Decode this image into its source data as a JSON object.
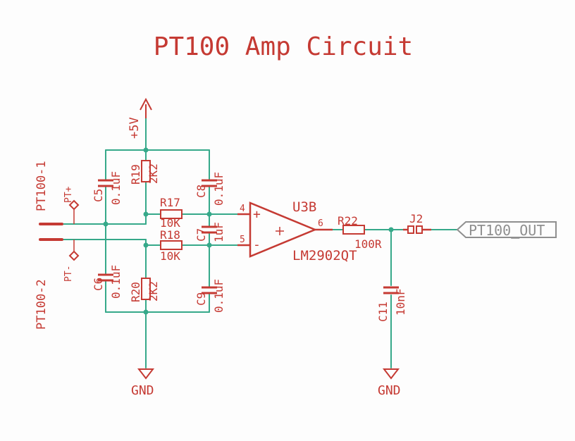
{
  "title": "PT100 Amp Circuit",
  "colors": {
    "symbol_red": "#c53a33",
    "net_green": "#36a98a",
    "label_gray": "#8f8f8f",
    "background": "#fdfdfd"
  },
  "power": {
    "vcc_label": "+5V",
    "gnd_label": "GND"
  },
  "connectors": {
    "pt100_1": "PT100-1",
    "pt100_2": "PT100-2",
    "pt_plus": "PT+",
    "pt_minus": "PT-"
  },
  "components": {
    "r17": {
      "name": "R17",
      "value": "10K"
    },
    "r18": {
      "name": "R18",
      "value": "10K"
    },
    "r19": {
      "name": "R19",
      "value": "2K2"
    },
    "r20": {
      "name": "R20",
      "value": "2K2"
    },
    "r22": {
      "name": "R22",
      "value": "100R"
    },
    "c5": {
      "name": "C5",
      "value": "0.1uF"
    },
    "c6": {
      "name": "C6",
      "value": "0.1uF"
    },
    "c7": {
      "name": "C7",
      "value": "1uF"
    },
    "c8": {
      "name": "C8",
      "value": "0.1uF"
    },
    "c9": {
      "name": "C9",
      "value": "0.1uF"
    },
    "c11": {
      "name": "C11",
      "value": "10nF"
    },
    "j2": {
      "name": "J2"
    },
    "u3b": {
      "name": "U3B",
      "value": "LM2902QT",
      "pin_in_plus": "4",
      "pin_in_minus": "5",
      "pin_out": "6",
      "plus_sign": "+",
      "minus_sign": "-"
    }
  },
  "net_flag": {
    "label": "PT100_OUT"
  }
}
